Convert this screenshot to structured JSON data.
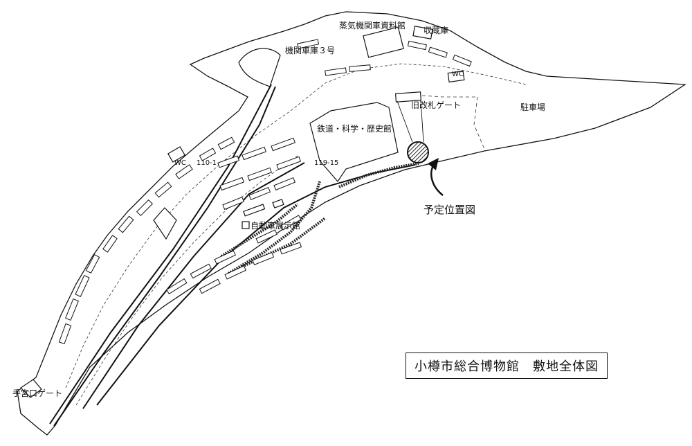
{
  "labels": {
    "steam_museum": "蒸気機関車資料館",
    "storage": "収蔵庫",
    "shed3": "機関車庫３号",
    "wc_top": "WC",
    "wc_left": "WC",
    "old_gate": "旧改札ゲート",
    "parking": "駐車場",
    "rail_science": "鉄道・科学・歴史館",
    "car_hall": "自動車展示館",
    "planned": "予定位置図",
    "temiya_gate": "手宮口ゲート",
    "code_a": "110-1",
    "code_b": "119-15"
  },
  "title": "小樽市総合博物館　敷地全体図",
  "colors": {
    "ink": "#111111",
    "hatch": "#222222",
    "paper": "#ffffff"
  }
}
